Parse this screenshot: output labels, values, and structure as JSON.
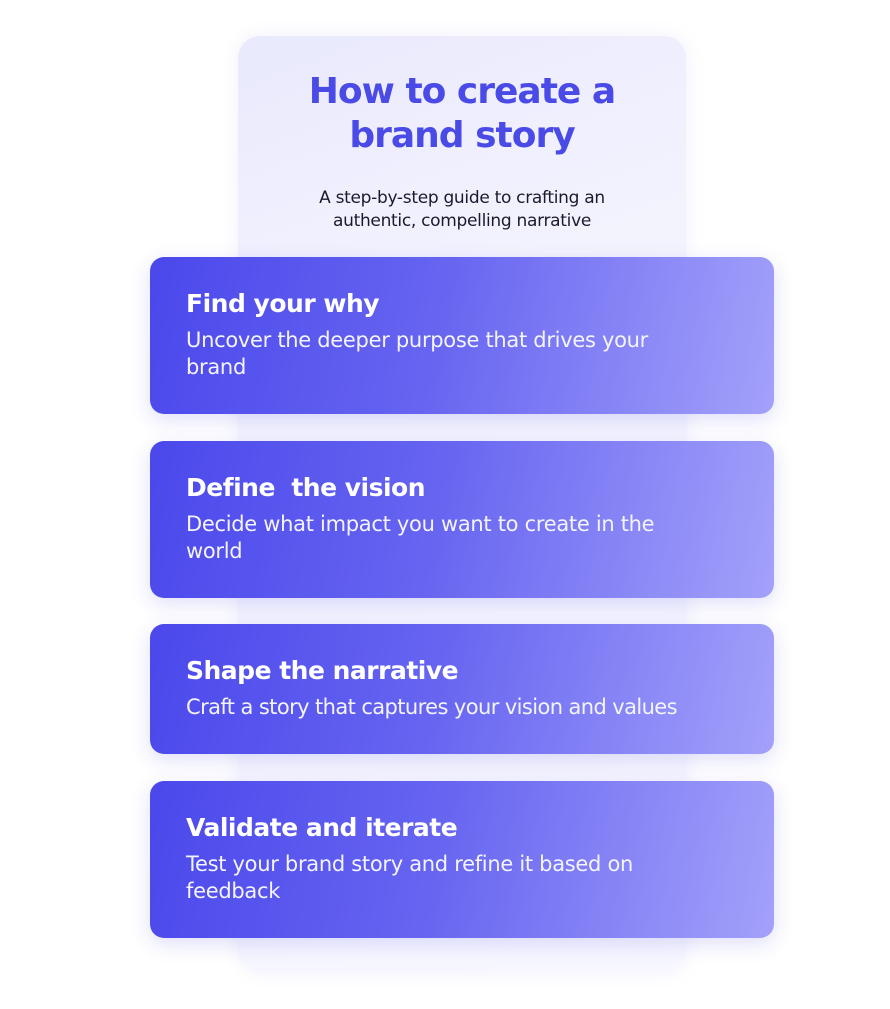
{
  "header": {
    "title_line1": "How to create a",
    "title_line2": "brand story",
    "subtitle_line1": "A step-by-step guide to crafting an",
    "subtitle_line2": "authentic, compelling narrative"
  },
  "steps": [
    {
      "title": "Find your why",
      "description": "Uncover the deeper purpose that drives your brand"
    },
    {
      "title": "Define  the vision",
      "description": "Decide what impact you want to create in the world"
    },
    {
      "title": "Shape the narrative",
      "description": "Craft a story that captures your vision and values"
    },
    {
      "title": "Validate and iterate",
      "description": "Test your brand story and refine it based on feedback"
    }
  ],
  "colors": {
    "accent": "#4a4ae6",
    "card_gradient_start": "#4b48ec",
    "card_gradient_end": "#a3a1fa"
  }
}
